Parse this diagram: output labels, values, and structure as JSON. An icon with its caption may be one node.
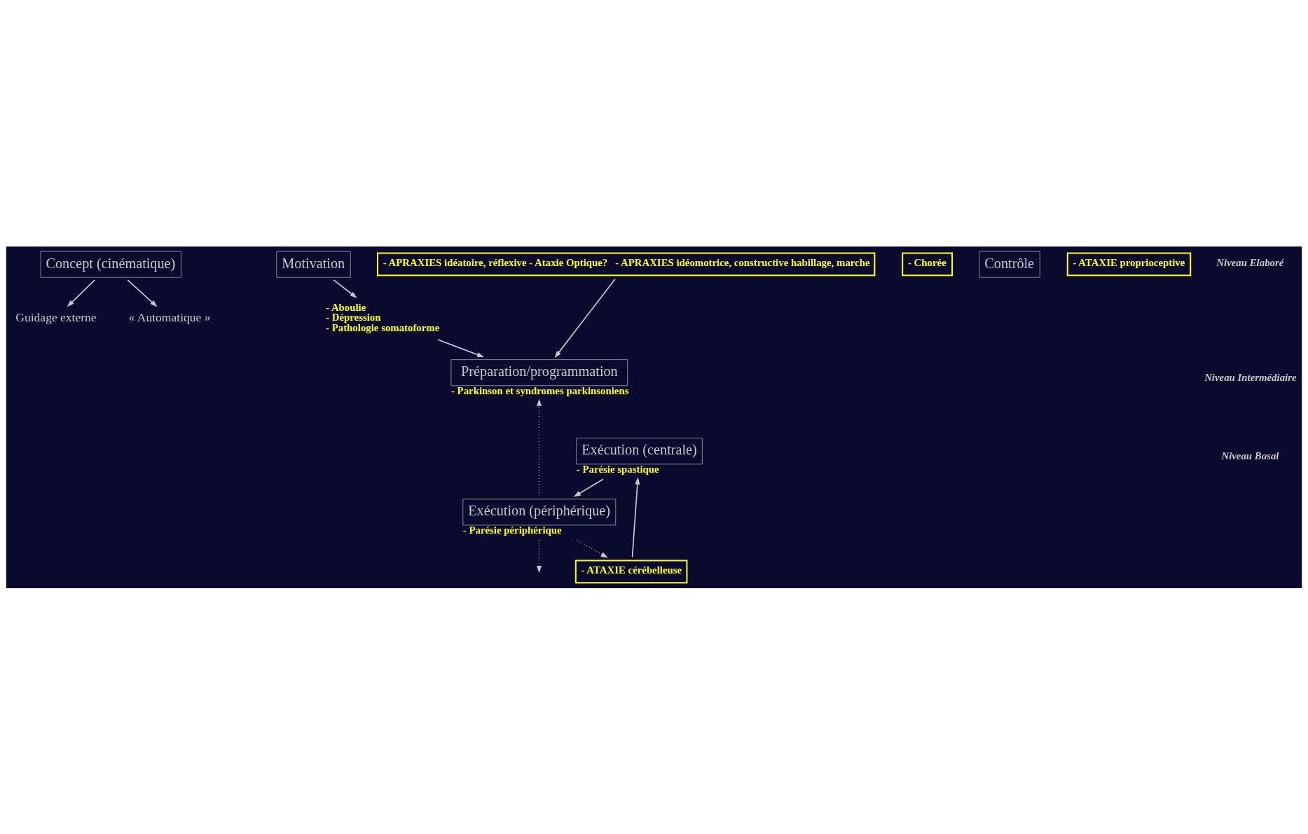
{
  "diagram": {
    "nodes": [
      {
        "text": [
          "Concept (cinématique)"
        ]
      },
      {
        "text": [
          "Motivation"
        ]
      },
      {
        "text": [
          "Guidage externe"
        ]
      },
      {
        "text": [
          "« Automatique »"
        ]
      },
      {
        "text": [
          "- APRAXIES idéatoire, réflexive - Ataxie Optique?",
          "- APRAXIES idéomotrice, constructive habillage, marche"
        ]
      },
      {
        "text": [
          "- Aboulie",
          "- Dépression",
          "- Pathologie somatoforme"
        ]
      },
      {
        "text": [
          "Préparation/programmation"
        ],
        "beside": [
          "- Parkinson et syndromes parkinsoniens"
        ]
      },
      {
        "text": [
          "- Chorée"
        ]
      },
      {
        "text": [
          "- ATAXIE cérébelleuse"
        ]
      },
      {
        "text": [
          "Exécution (centrale)"
        ],
        "beside": [
          "- Parésie spastique"
        ]
      },
      {
        "text": [
          "Contrôle"
        ]
      },
      {
        "text": [
          "- ATAXIE proprioceptive"
        ]
      },
      {
        "text": [
          "Exécution (périphérique)"
        ],
        "beside": [
          "- Parésie périphérique"
        ]
      }
    ],
    "edges": [
      {
        "from": 0,
        "to": 2,
        "arrow": "to"
      },
      {
        "from": 0,
        "to": 3,
        "arrow": "to"
      },
      {
        "from": 1,
        "to": 5,
        "arrow": "to"
      },
      {
        "from": 4,
        "to": 6,
        "arrow": "to"
      },
      {
        "from": 5,
        "to": 6,
        "arrow": "to"
      },
      {
        "from": 8,
        "to": 9,
        "arrow": "to"
      },
      {
        "from": 9,
        "to": 12,
        "arrow": "to"
      },
      {
        "from": 12,
        "to": null,
        "arrow": "to",
        "style": "dashed"
      },
      {
        "from": 12,
        "to": 6,
        "arrow": "to",
        "style": "dashed"
      },
      {
        "from": 12,
        "to": 8,
        "arrow": "to",
        "style": "dashed"
      }
    ],
    "labels": [
      "Niveau Elaboré",
      "Niveau Intermédiaire",
      "Niveau Basal"
    ]
  }
}
